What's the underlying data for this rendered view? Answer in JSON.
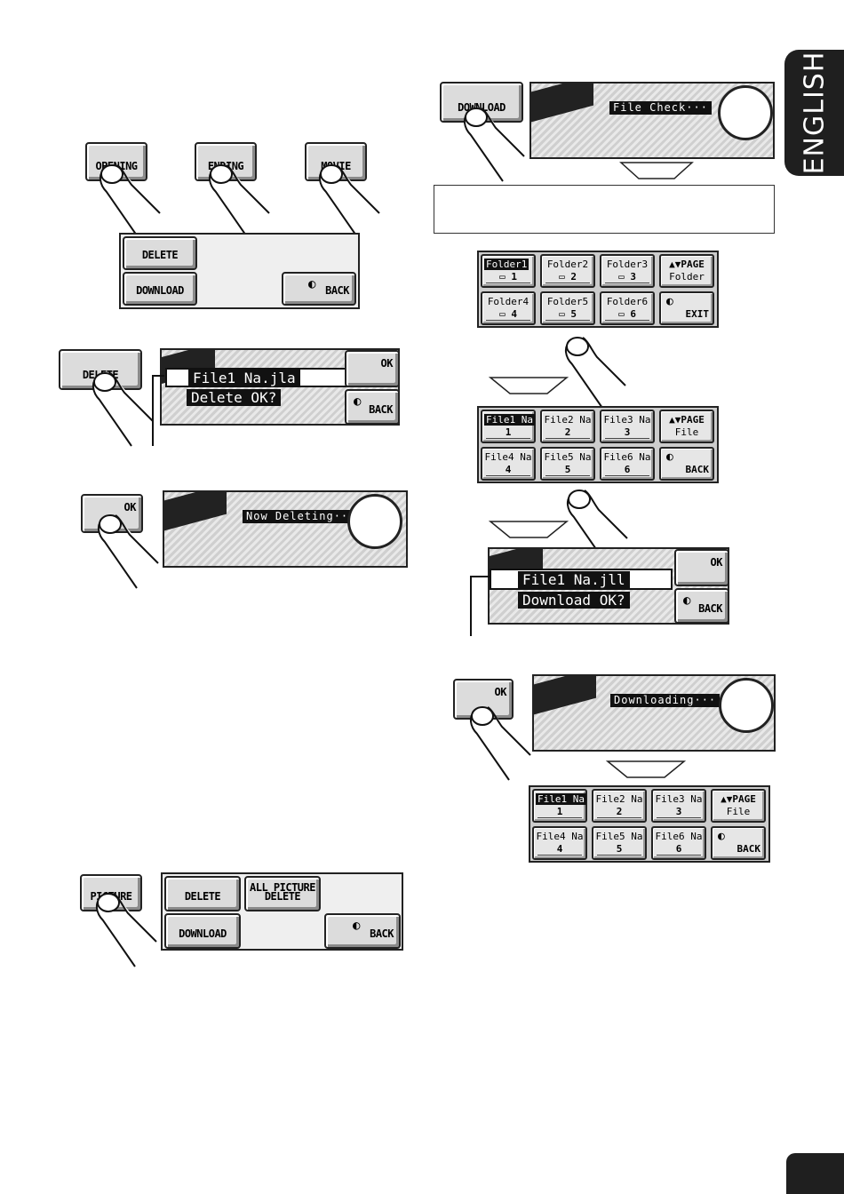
{
  "side_tab": {
    "language": "ENGLISH"
  },
  "left": {
    "top_buttons": [
      "OPENING",
      "ENDING",
      "MOVIE"
    ],
    "menu1": {
      "delete": "DELETE",
      "download": "DOWNLOAD",
      "back": "BACK"
    },
    "delete_btn": "DELETE",
    "confirm": {
      "line1": "File1 Na.jla",
      "line2": "Delete OK?",
      "ok": "OK",
      "back": "BACK"
    },
    "ok_btn": "OK",
    "deleting_banner": "Now Deleting···",
    "picture_btn": "PICTURE",
    "menu2": {
      "delete": "DELETE",
      "all_delete_1": "ALL PICTURE",
      "all_delete_2": "DELETE",
      "download": "DOWNLOAD",
      "back": "BACK"
    }
  },
  "right": {
    "download_btn": "DOWNLOAD",
    "file_check_banner": "File Check···",
    "folders": [
      {
        "name": "Folder1",
        "num": "1",
        "highlight": true
      },
      {
        "name": "Folder2",
        "num": "2"
      },
      {
        "name": "Folder3",
        "num": "3"
      },
      {
        "name": "Folder4",
        "num": "4"
      },
      {
        "name": "Folder5",
        "num": "5"
      },
      {
        "name": "Folder6",
        "num": "6"
      }
    ],
    "folder_page": {
      "page": "PAGE",
      "sub": "Folder",
      "exit": "EXIT"
    },
    "files": [
      {
        "name": "File1 Na",
        "num": "1",
        "highlight": true
      },
      {
        "name": "File2 Na",
        "num": "2"
      },
      {
        "name": "File3 Na",
        "num": "3"
      },
      {
        "name": "File4 Na",
        "num": "4"
      },
      {
        "name": "File5 Na",
        "num": "5"
      },
      {
        "name": "File6 Na",
        "num": "6"
      }
    ],
    "file_page": {
      "page": "PAGE",
      "sub": "File",
      "back": "BACK"
    },
    "download_confirm": {
      "line1": "File1 Na.jll",
      "line2": "Download OK?",
      "ok": "OK",
      "back": "BACK"
    },
    "ok_btn": "OK",
    "downloading_banner": "Downloading···"
  }
}
